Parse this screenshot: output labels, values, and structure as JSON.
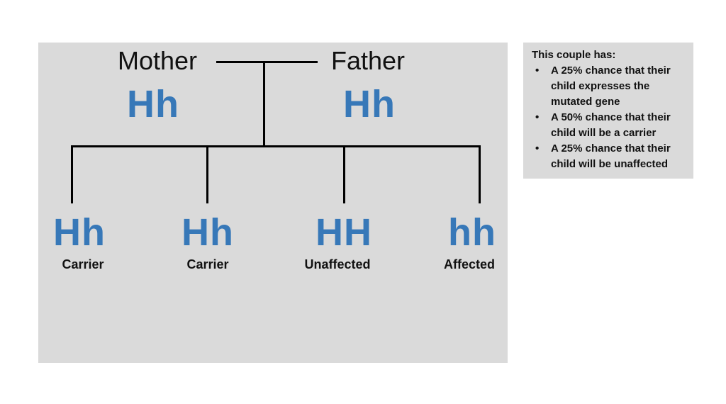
{
  "colors": {
    "panel_bg": "#dadada",
    "genotype_blue": "#3778b8",
    "line_color": "#000000",
    "text_color": "#111111"
  },
  "pedigree": {
    "parents": [
      {
        "name": "Mother",
        "genotype": "Hh"
      },
      {
        "name": "Father",
        "genotype": "Hh"
      }
    ],
    "children": [
      {
        "genotype": "Hh",
        "status": "Carrier"
      },
      {
        "genotype": "Hh",
        "status": "Carrier"
      },
      {
        "genotype": "HH",
        "status": "Unaffected"
      },
      {
        "genotype": "hh",
        "status": "Affected"
      }
    ]
  },
  "info_box": {
    "title": "This couple has:",
    "bullet_char": "•",
    "bullets": [
      "A 25% chance that their child expresses the mutated gene",
      "A 50% chance that their child will be a carrier",
      "A 25% chance that their child will be unaffected"
    ]
  }
}
